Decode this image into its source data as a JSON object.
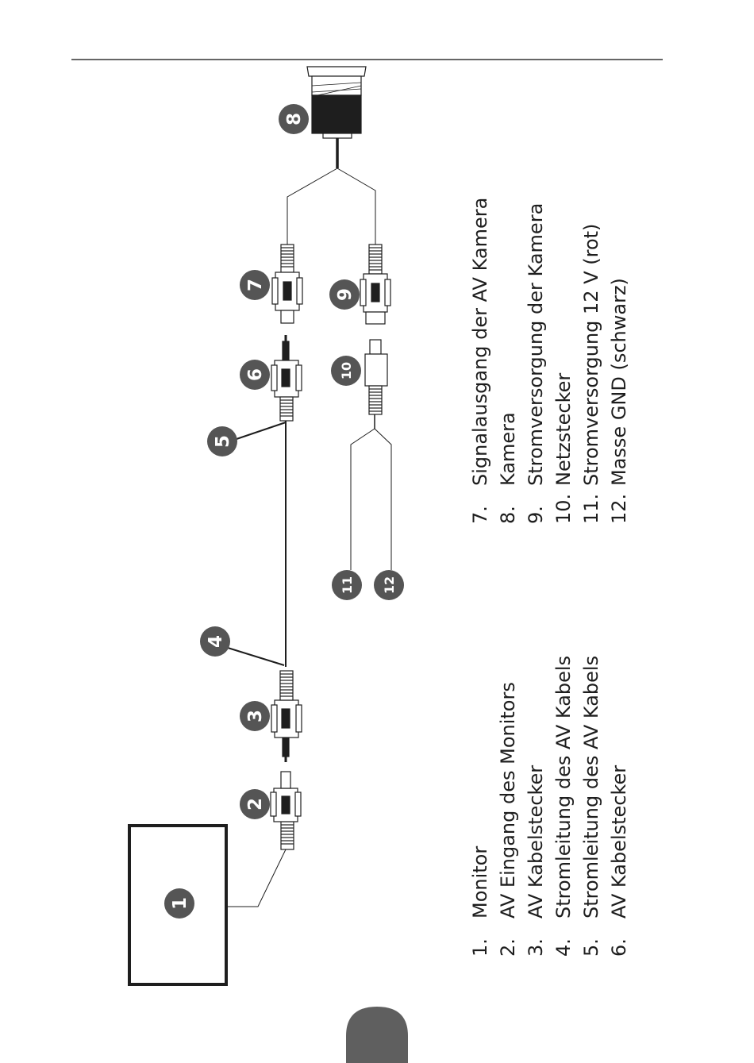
{
  "badges": {
    "b1": "1",
    "b2": "2",
    "b3": "3",
    "b4": "4",
    "b5": "5",
    "b6": "6",
    "b7": "7",
    "b8": "8",
    "b9": "9",
    "b10": "10",
    "b11": "11",
    "b12": "12"
  },
  "legend": {
    "left": [
      {
        "num": "1.",
        "text": "Monitor"
      },
      {
        "num": "2.",
        "text": "AV Eingang des Monitors"
      },
      {
        "num": "3.",
        "text": "AV Kabelstecker"
      },
      {
        "num": "4.",
        "text": "Stromleitung des AV Kabels"
      },
      {
        "num": "5.",
        "text": "Stromleitung des AV Kabels"
      },
      {
        "num": "6.",
        "text": "AV Kabelstecker"
      }
    ],
    "right": [
      {
        "num": "7.",
        "text": "Signalausgang der AV Kamera"
      },
      {
        "num": "8.",
        "text": "Kamera"
      },
      {
        "num": "9.",
        "text": "Stromversorgung der Kamera"
      },
      {
        "num": "10.",
        "text": "Netzstecker"
      },
      {
        "num": "11.",
        "text": "Stromversorgung 12 V (rot)"
      },
      {
        "num": "12.",
        "text": "Masse GND (schwarz)"
      }
    ]
  },
  "colors": {
    "badge": "#555555",
    "line": "#1e1e1e",
    "page_tab": "#5f5f5f"
  }
}
